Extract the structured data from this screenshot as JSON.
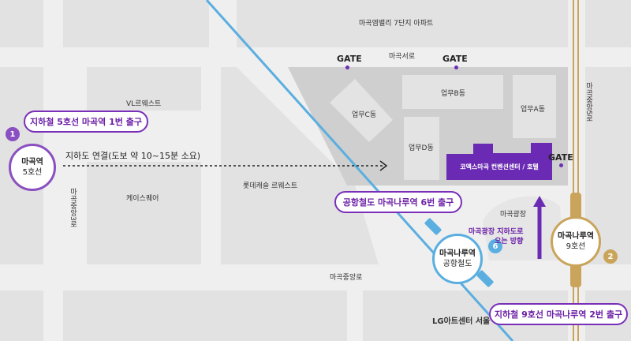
{
  "map": {
    "areas": {
      "apartment": "마곡엠밸리 7단지 아파트",
      "vl_west": "VL르웨스트",
      "case_square": "케이스퀘어",
      "lotte_castle": "롯데캐슬 르웨스트",
      "plaza": "마곡광장",
      "lg_arts": "LG아트센터 서울"
    },
    "buildings": {
      "c": "업무C동",
      "b": "업무B동",
      "a": "업무A동",
      "d": "업무D동",
      "convention": "코엑스마곡 컨벤션센터 / 호텔"
    },
    "roads": {
      "magok_seoro": "마곡서로",
      "magok_jungang_5": "마곡중앙5로",
      "magok_jungang_3": "마곡중앙3로",
      "magok_jungang": "마곡중앙로"
    },
    "gates": {
      "label": "GATE"
    },
    "stations": {
      "magok": {
        "name": "마곡역",
        "line": "5호선"
      },
      "naru_airport": {
        "name": "마곡나루역",
        "line": "공항철도"
      },
      "naru_line9": {
        "name": "마곡나루역",
        "line": "9호선"
      }
    },
    "exits": {
      "e1": {
        "number": "1",
        "label": "지하철 5호선 마곡역 1번 출구"
      },
      "e6": {
        "number": "6",
        "label": "공항철도 마곡나루역 6번 출구"
      },
      "e2": {
        "number": "2",
        "label": "지하철 9호선 마곡나루역 2번 출구"
      }
    },
    "walkway": {
      "label": "지하도 연결(도보 약 10~15분 소요)"
    },
    "underpass_note": {
      "line1": "마곡광장 지하도로",
      "line2": "오는 방향"
    },
    "colors": {
      "purple": "#7a2fb8",
      "airport_blue": "#5aaee0",
      "line9_gold": "#c9a45a",
      "line5_purple": "#8a4fc0"
    }
  }
}
